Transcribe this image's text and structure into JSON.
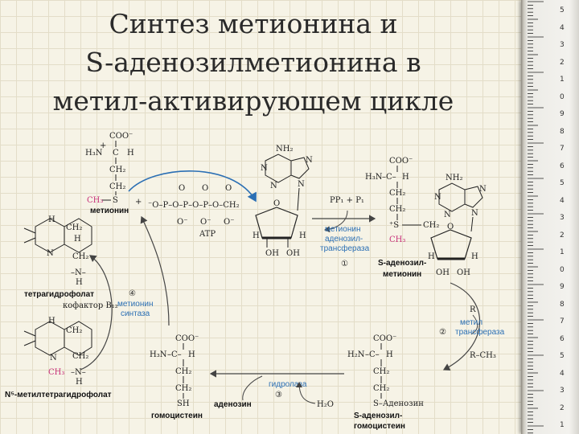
{
  "title": {
    "line1": "Синтез метионина и",
    "line2": "S-аденозилметионина в",
    "line3": "метил-активирующем цикле"
  },
  "colors": {
    "text": "#222222",
    "enzyme_blue": "#2b6fb4",
    "methyl_pink": "#c8327a",
    "arrow": "#444444"
  },
  "ruler": {
    "numbers": [
      "5",
      "4",
      "3",
      "2",
      "1",
      "0",
      "9",
      "8",
      "7",
      "6",
      "5",
      "4",
      "3",
      "2",
      "1",
      "0",
      "9",
      "8",
      "7",
      "6",
      "5",
      "4",
      "3",
      "2",
      "1"
    ]
  },
  "methionine": {
    "coo": "COO⁻",
    "h3n": "H₃N",
    "plus": "+",
    "c": "C",
    "h": "H",
    "ch2_a": "CH₂",
    "ch2_b": "CH₂",
    "ch3": "CH₃",
    "s": "S",
    "name": "метионин"
  },
  "atp": {
    "o_top1": "O",
    "o_top2": "O",
    "o_top3": "O",
    "chain": "⁻O–P–O–P–O–P–O–CH₂",
    "o_bot1": "O⁻",
    "o_bot2": "O⁻",
    "o_bot3": "O⁻",
    "nh2": "NH₂",
    "n1": "N",
    "n2": "N",
    "n3": "N",
    "n4": "N",
    "h_left": "H",
    "h_right": "H",
    "oh1": "OH",
    "oh2": "OH",
    "label": "ATP",
    "plus": "+"
  },
  "reaction1": {
    "byproduct": "PP₁ + P₁",
    "enzyme_line1": "метионин",
    "enzyme_line2": "аденозил-",
    "enzyme_line3": "трансфераза",
    "number": "①"
  },
  "sam": {
    "coo": "COO⁻",
    "h3n": "H₃N",
    "c": "–C–",
    "h": "H",
    "ch2_a": "CH₂",
    "ch2_b": "CH₂",
    "s": "⁺S",
    "ch3": "CH₃",
    "ch2_r": "CH₂",
    "nh2": "NH₂",
    "n1": "N",
    "n2": "N",
    "n3": "N",
    "n4": "N",
    "h_left": "H",
    "h_right": "H",
    "oh1": "OH",
    "oh2": "OH",
    "o": "O",
    "name_line1": "S-аденозил-",
    "name_line2": "метионин"
  },
  "reaction2": {
    "r": "R",
    "enzyme_line1": "метил",
    "enzyme_line2": "трансфераза",
    "product": "R–CH₃",
    "number": "②"
  },
  "sah": {
    "coo": "COO⁻",
    "h2n": "H₂N",
    "c": "–C–",
    "h": "H",
    "ch2_a": "CH₂",
    "ch2_b": "CH₂",
    "s": "S–Аденозин",
    "name_line1": "S-аденозил-",
    "name_line2": "гомоцистеин"
  },
  "reaction3": {
    "enzyme": "гидролаза",
    "number": "③",
    "water": "H₂O",
    "adenosine": "аденозин"
  },
  "homocysteine": {
    "coo": "COO⁻",
    "h3n": "H₃N",
    "c": "–C–",
    "h": "H",
    "ch2_a": "CH₂",
    "ch2_b": "CH₂",
    "sh": "SH",
    "name": "гомоцистеин"
  },
  "reaction4": {
    "enzyme_line1": "метионин",
    "enzyme_line2": "синтаза",
    "number": "④",
    "cofactor": "кофактор B₁₂"
  },
  "thf": {
    "name": "тетрагидрофолат",
    "h": "H",
    "n": "N",
    "ch2": "CH₂",
    "nh": "–N–"
  },
  "mthf": {
    "name": "N⁵-метилтетрагидрофолат",
    "h": "H",
    "n": "N",
    "ch2": "CH₂",
    "ch3": "CH₃",
    "nh": "–N–"
  }
}
